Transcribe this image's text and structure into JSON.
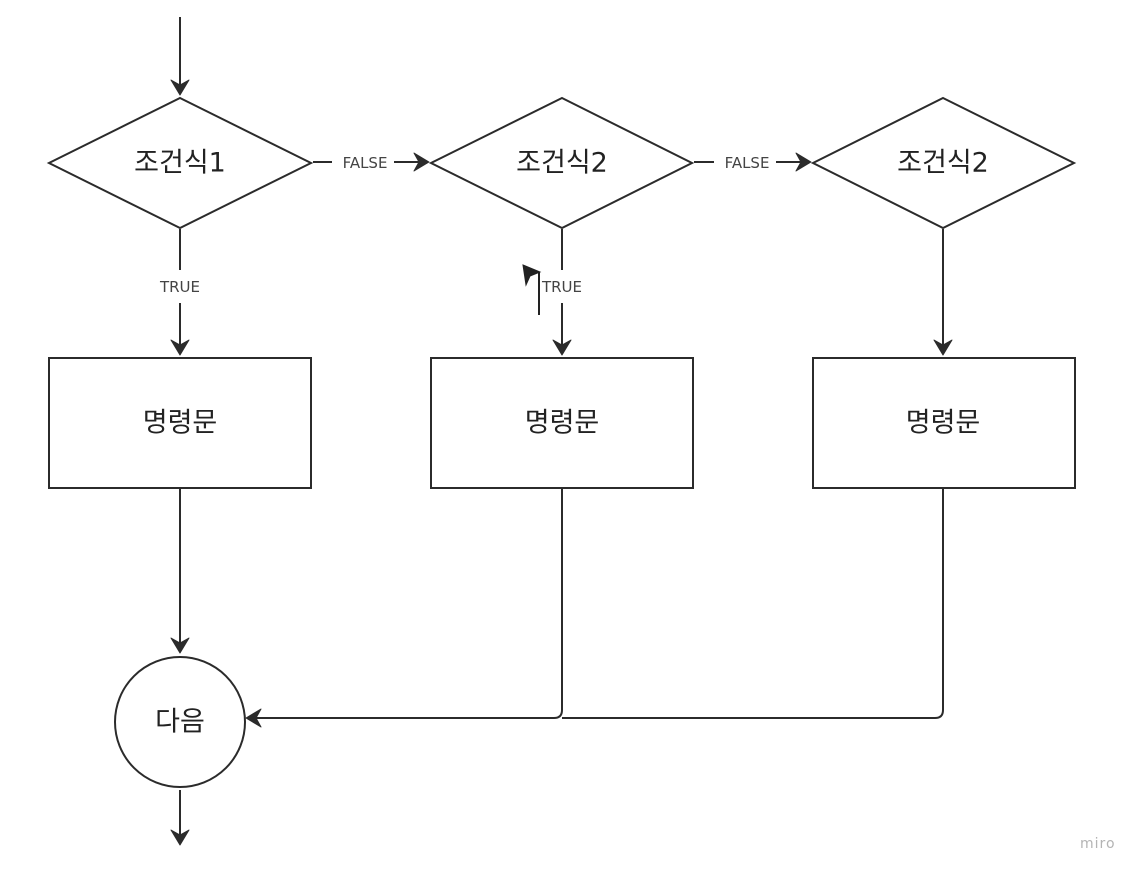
{
  "nodes": {
    "decision_1": {
      "label": "조건식1"
    },
    "decision_2": {
      "label": "조건식2"
    },
    "decision_3": {
      "label": "조건식2"
    },
    "process_1": {
      "label": "명령문"
    },
    "process_2": {
      "label": "명령문"
    },
    "process_3": {
      "label": "명령문"
    },
    "end": {
      "label": "다음"
    }
  },
  "edges": {
    "false_1": {
      "label": "FALSE"
    },
    "false_2": {
      "label": "FALSE"
    },
    "true_1": {
      "label": "TRUE"
    },
    "true_2": {
      "label": "TRUE"
    }
  },
  "watermark": "miro",
  "colors": {
    "stroke": "#2b2b2b",
    "text": "#222222",
    "edge_label": "#444444",
    "watermark": "#b4b4b4",
    "background": "#ffffff"
  }
}
